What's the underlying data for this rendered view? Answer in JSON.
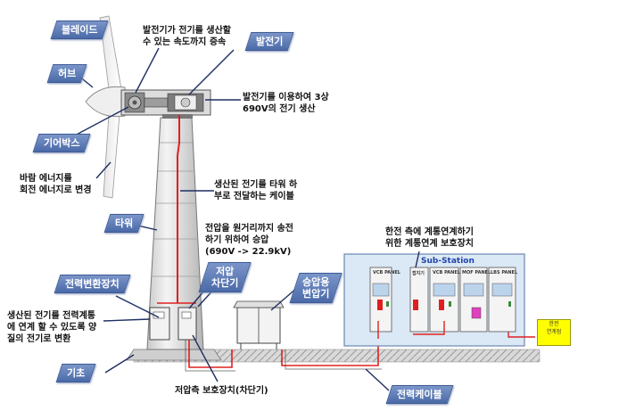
{
  "labels": {
    "blade": "블레이드",
    "hub": "허브",
    "gearbox": "기어박스",
    "generator": "발전기",
    "tower": "타워",
    "converter": "전력변환장치",
    "lv_breaker": "저압\n차단기",
    "step_up": "승압용\n변압기",
    "foundation": "기초",
    "power_cable": "전력케이블"
  },
  "notes": {
    "gearbox_desc": "발전기가 전기를 생산할\n수 있는 속도까지 증속",
    "generator_desc": "발전기를 이용하여 3상\n690V의 전기 생산",
    "wind_desc": "바람 에너지를\n회전 에너지로 변경",
    "cable_desc": "생산된 전기를 타워 하\n부로 전달하는 케이블",
    "step_up_desc": "전압을 원거리까지 송전\n하기 위하여 승압\n(690V -> 22.9kV)",
    "grid_desc": "한전 측에 계통연계하기\n위한 계통연계 보호장치",
    "converter_desc": "생산된 전기를 전력계통\n에 연계 할 수 있도록 양\n질의 전기로 변환",
    "lv_protect_desc": "저압측 보호장치(차단기)"
  },
  "substation": {
    "title": "Sub-Station",
    "panels": [
      "VCB PANEL",
      "VCB PANEL",
      "MOF PANEL",
      "LBS PANEL"
    ],
    "small_panel": "접지기"
  },
  "kepco": "한전\n연계점",
  "colors": {
    "label_bg": "#5b78b5",
    "cable": "#e02020",
    "substation_bg": "#dbe8f5",
    "kepco": "#ffff00"
  }
}
